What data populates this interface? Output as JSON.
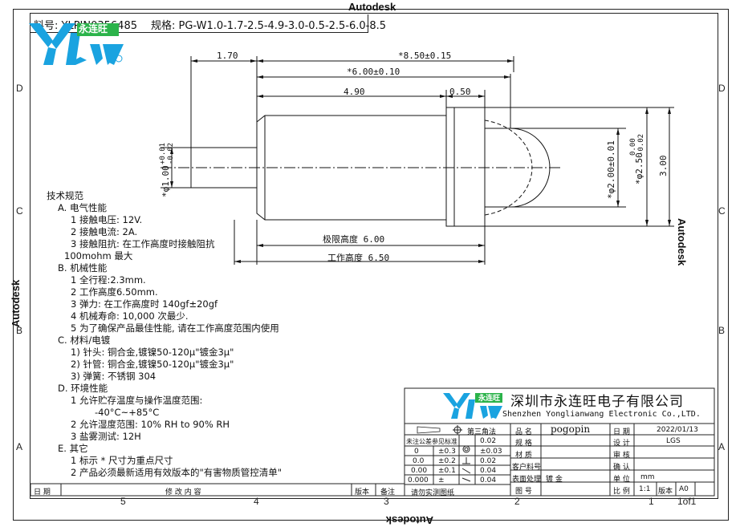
{
  "header": {
    "watermark_top": "Autodesk",
    "watermark_right": "Autodesk",
    "watermark_left": "Autodesk",
    "watermark_bottom": "Autodesk",
    "part_label": "料号: YLPIN0356485",
    "spec_label": "规格: PG-W1.0-1.7-2.5-4.9-3.0-0.5-2.5-6.0-8.5",
    "logo_cn": "永连旺"
  },
  "zones": {
    "left": [
      "D",
      "C",
      "B",
      "A"
    ],
    "right": [
      "D",
      "C",
      "B",
      "A"
    ],
    "bottom": [
      "5",
      "4",
      "3",
      "2",
      "1"
    ]
  },
  "dimensions": {
    "d1": "1.70",
    "d2": "*8.50±0.15",
    "d3": "*6.00±0.10",
    "d4": "4.90",
    "d5": "0.50",
    "d6": "*φ1.00",
    "d6_tol_upper": "+0.01",
    "d6_tol_lower": "-0.02",
    "d7": "*φ2.00±0.01",
    "d8": "*φ2.50",
    "d8_tol_upper": "0.00",
    "d8_tol_lower": "-0.02",
    "d9": "3.00",
    "limit_height": "极限高度 6.00",
    "work_height": "工作高度 6.50"
  },
  "specs": {
    "title": "技术规范",
    "lines": [
      "A. 电气性能",
      "1 接触电压: 12V.",
      "2 接触电流: 2A.",
      "3 接触阻抗: 在工作高度时接触阻抗",
      "100mohm 最大",
      "B. 机械性能",
      "1 全行程:2.3mm.",
      "2 工作高度6.50mm.",
      "3 弹力: 在工作高度时 140gf±20gf",
      "4 机械寿命: 10,000 次最少.",
      "5 为了确保产品最佳性能, 请在工作高度范围内使用",
      "C. 材料/电镀",
      "1) 针头: 铜合金,镀镍50-120μ\"镀金3μ\"",
      "2) 针管: 铜合金,镀镍50-120μ\"镀金3μ\"",
      "3) 弹簧: 不锈钢 304",
      "D. 环境性能",
      "1 允许贮存温度与操作温度范围:",
      "-40°C~+85°C",
      "2 允许湿度范围: 10% RH to 90% RH",
      "3 盐雾测试: 12H",
      "E. 其它",
      "1 标示 *  尺寸为重点尺寸",
      "2 产品必须最新适用有效版本的\"有害物质管控清单\""
    ]
  },
  "title_block": {
    "logo_cn": "永连旺",
    "company_cn": "深圳市永连旺电子有限公司",
    "company_en": "Shenzhen Yonglianwang Electronic Co.,LTD.",
    "projection": "第三角法",
    "tol_header": "未注公差参见标准",
    "tol_rows": [
      [
        "0",
        "±0.3",
        "0.02"
      ],
      [
        "0.0",
        "±0.2",
        "±0.03"
      ],
      [
        "0.00",
        "±0.1",
        "0.02"
      ],
      [
        "0.000",
        "±",
        "0.04"
      ]
    ],
    "tol_extra": "0.04",
    "ask_note": "请勿实测图纸",
    "product_name_label": "品  名",
    "product_name": "pogopin",
    "spec_label": "规  格",
    "material_label": "材  质",
    "customer_no_label": "客户料号",
    "finish_label": "表面处理",
    "finish_value": "镀  金",
    "drawing_no_label": "图  号",
    "date_label": "日  期",
    "date_value": "2022/01/13",
    "design_label": "设  计",
    "design_value": "LGS",
    "review_label": "审  核",
    "confirm_label": "确  认",
    "unit_label": "单  位",
    "unit_value": "mm",
    "scale_label": "比  例",
    "scale_value": "1:1",
    "version_label": "版本",
    "version_value": "A0",
    "sheet": "1of1"
  },
  "revision": {
    "date": "日  期",
    "content": "修    改    内    容",
    "version": "版本",
    "note": "备注"
  }
}
